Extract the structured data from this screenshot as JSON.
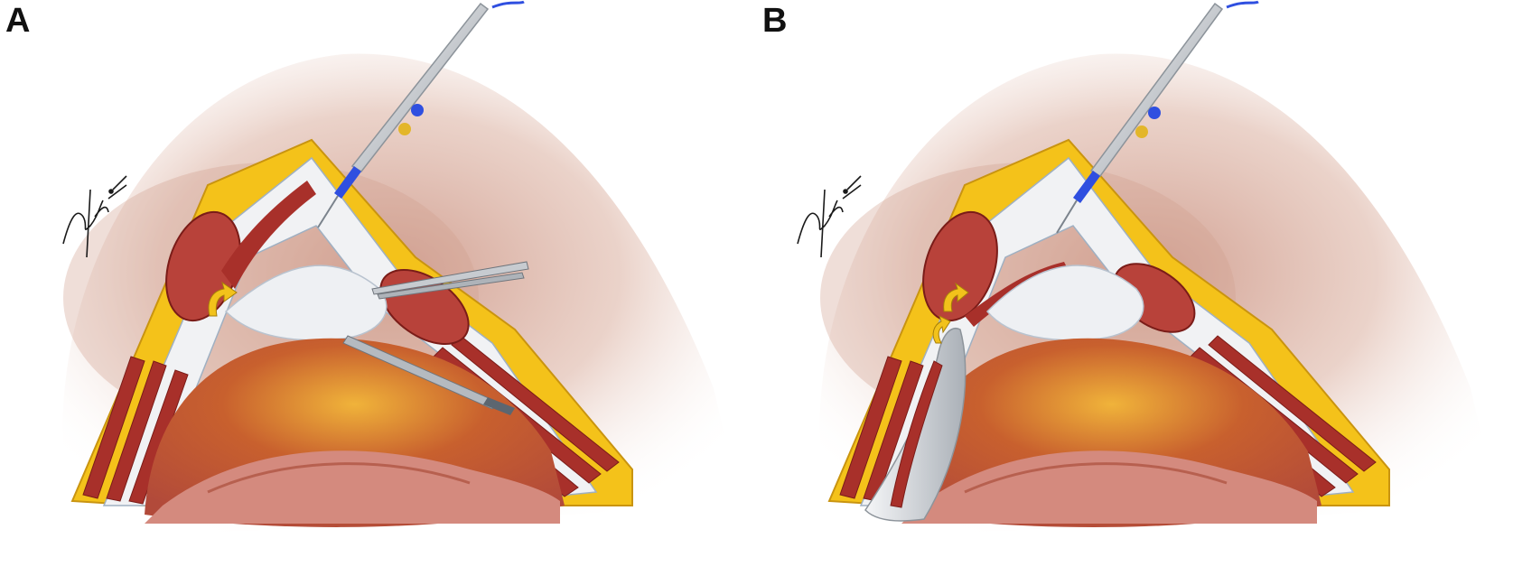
{
  "figure": {
    "panels": [
      {
        "id": "A",
        "label": "A"
      },
      {
        "id": "B",
        "label": "B"
      }
    ],
    "colors": {
      "skin_glow": "#e9d2c6",
      "fat": "#f4c21a",
      "fat_edge": "#c99410",
      "muscle": "#a8302a",
      "muscle_dark": "#7a1c18",
      "fascia": "#f1f2f4",
      "bowel_red": "#c45a3a",
      "bowel_yellow": "#f0b33a",
      "peritoneum_pink": "#d48a7e",
      "instrument_grey": "#bfc3c8",
      "cautery_blue": "#2f4fe0",
      "button_yellow": "#e3b62a",
      "arrow_yellow": "#f2c21b"
    },
    "icons": [
      "electrocautery-pencil-icon",
      "forceps-icon",
      "curved-arrow-icon",
      "signature-icon"
    ]
  }
}
